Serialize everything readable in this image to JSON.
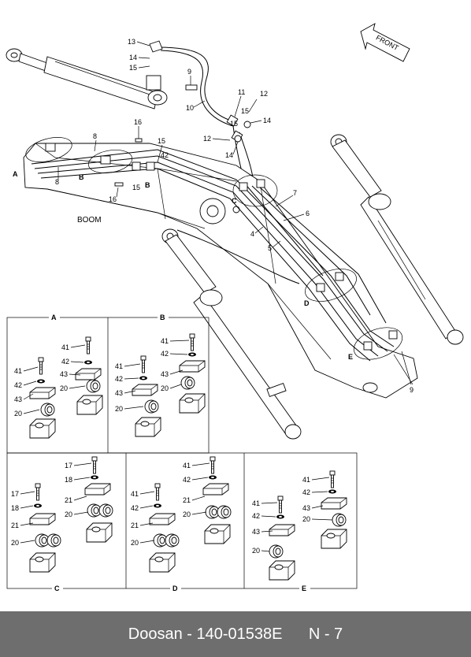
{
  "footer": {
    "brand": "Doosan",
    "separator": " - ",
    "part_number": "140-01538E",
    "page": "N - 7"
  },
  "diagram": {
    "direction_label": "FRONT",
    "boom_label": "BOOM",
    "detail_labels": [
      "A",
      "B",
      "C",
      "D",
      "E"
    ],
    "callouts": [
      "4",
      "5",
      "6",
      "7",
      "8",
      "9",
      "10",
      "11",
      "12",
      "13",
      "14",
      "15",
      "16",
      "17",
      "18",
      "20",
      "21",
      "41",
      "42",
      "43"
    ]
  }
}
